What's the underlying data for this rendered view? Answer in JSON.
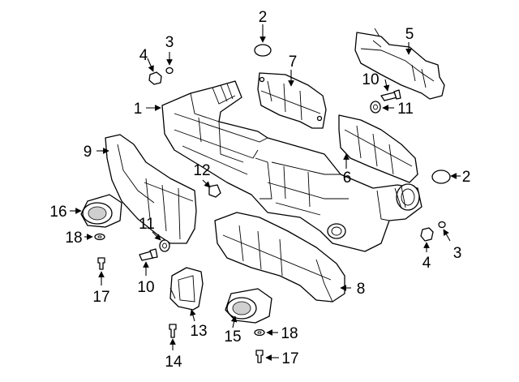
{
  "callouts": {
    "c1": "1",
    "c2a": "2",
    "c2b": "2",
    "c3a": "3",
    "c3b": "3",
    "c4a": "4",
    "c4b": "4",
    "c5": "5",
    "c6": "6",
    "c7": "7",
    "c8": "8",
    "c9": "9",
    "c10a": "10",
    "c10b": "10",
    "c11a": "11",
    "c11b": "11",
    "c12": "12",
    "c13": "13",
    "c14": "14",
    "c15": "15",
    "c16": "16",
    "c17a": "17",
    "c17b": "17",
    "c18a": "18",
    "c18b": "18"
  }
}
